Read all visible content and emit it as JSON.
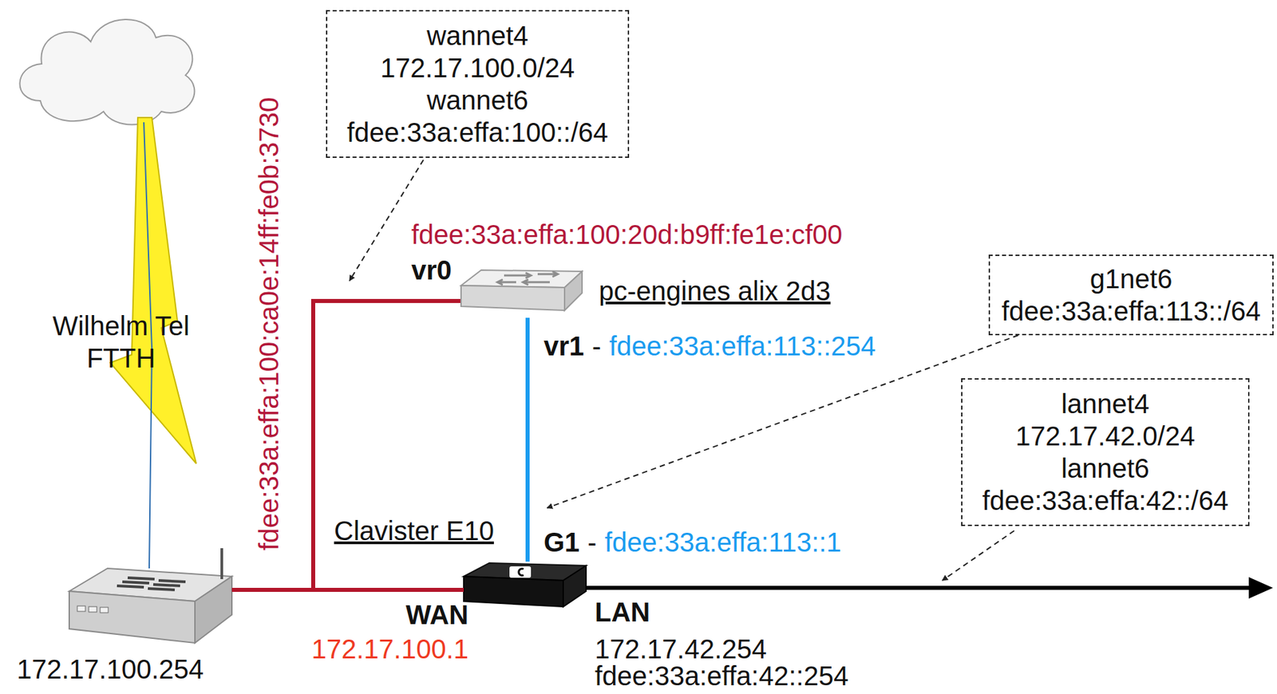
{
  "diagram": {
    "nodes": [
      {
        "text": [
          "wannet4",
          "172.17.100.0/24",
          "wannet6",
          "fdee:33a:effa:100::/64"
        ]
      },
      {
        "text": [
          "pc-engines alix 2d3"
        ]
      },
      {
        "text": [
          "g1net6",
          "fdee:33a:effa:113::/64"
        ]
      },
      {
        "text": [
          "lannet4",
          "172.17.42.0/24",
          "lannet6",
          "fdee:33a:effa:42::/64"
        ]
      },
      {
        "text": [
          "Clavister E10"
        ]
      },
      {
        "text": [
          "172.17.100.254"
        ]
      }
    ],
    "edges": [
      {
        "from": 5,
        "to": 4,
        "arrow": "none"
      },
      {
        "from": 5,
        "to": 1,
        "arrow": "none"
      },
      {
        "from": 1,
        "to": 4,
        "arrow": "none"
      }
    ],
    "labels": [
      "fdee:33a:effa:100:ca0e:14ff:fe0b:3730",
      "Wilhelm Tel FTTH",
      "fdee:33a:effa:100:20d:b9ff:fe1e:cf00",
      "vr0",
      "vr1",
      "-",
      "fdee:33a:effa:113::254",
      "G1",
      "-",
      "fdee:33a:effa:113::1",
      "WAN",
      "172.17.100.1",
      "LAN",
      "172.17.42.254",
      "fdee:33a:effa:42::254"
    ]
  }
}
